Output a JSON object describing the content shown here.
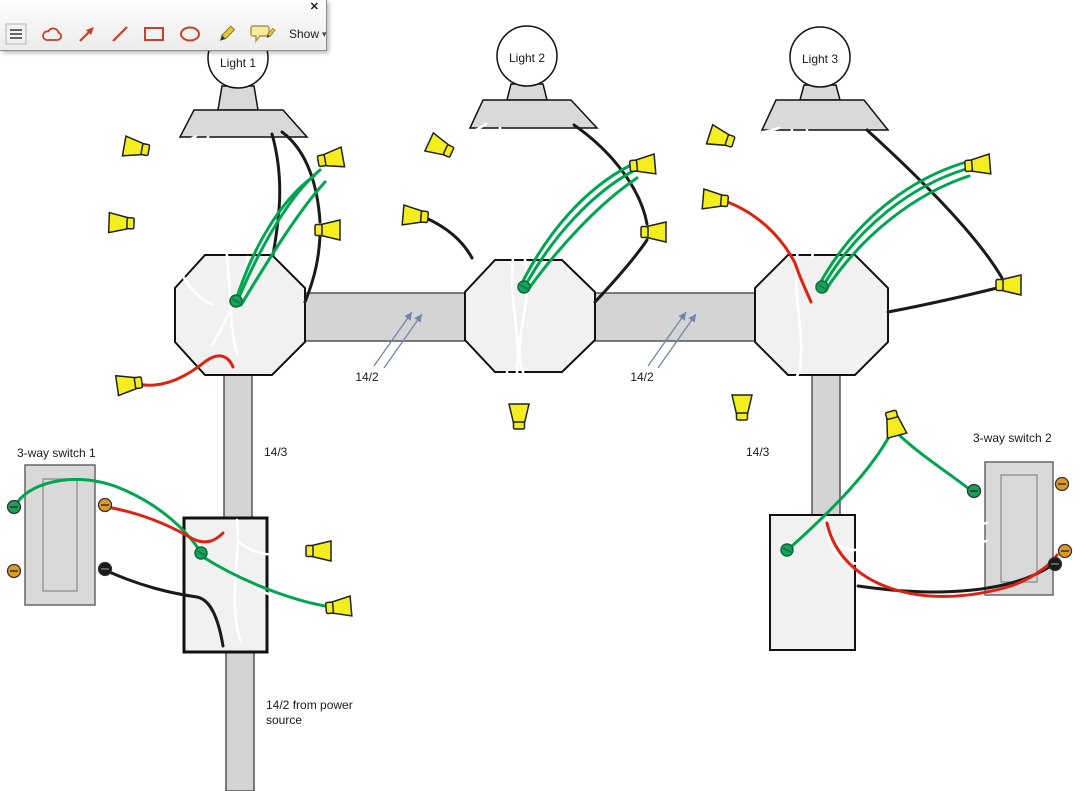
{
  "toolbar": {
    "close_label": "✕",
    "show_label": "Show",
    "caret": "▾",
    "icons": [
      "menu-icon",
      "cloud-icon",
      "arrow-icon",
      "line-icon",
      "rectangle-icon",
      "ellipse-icon",
      "pencil-icon",
      "callout-icon",
      "chevron-down-icon",
      "close-icon"
    ]
  },
  "labels": {
    "light1": "Light 1",
    "light2": "Light 2",
    "light3": "Light 3",
    "conduit_left": "14/2",
    "conduit_right": "14/2",
    "drop_left": "14/3",
    "drop_right": "14/3",
    "switch1": "3-way switch 1",
    "switch2": "3-way switch 2",
    "power_line1": "14/2 from power",
    "power_line2": "source"
  },
  "colors": {
    "wire_black": "#1a1a1a",
    "wire_white": "#ffffff",
    "wire_green": "#00a551",
    "wire_red": "#dd2211",
    "wire_nut_yellow": "#f5ee1e",
    "conduit_gray": "#d4d4d4",
    "box_fill": "#f1f1f1",
    "device_gray": "#d9d9d9",
    "screw_orange": "#dd9922",
    "screw_green": "#19a05a",
    "annotation_blue": "#7286a8",
    "toolbar_red": "#cc4125"
  }
}
